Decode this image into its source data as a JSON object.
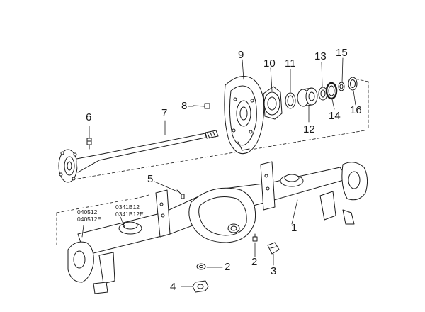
{
  "callouts": {
    "n1": "1",
    "n2a": "2",
    "n2b": "2",
    "n3": "3",
    "n4": "4",
    "n5": "5",
    "n6": "6",
    "n7": "7",
    "n8": "8",
    "n9": "9",
    "n10": "10",
    "n11": "11",
    "n12": "12",
    "n13": "13",
    "n14": "14",
    "n15": "15",
    "n16": "16"
  },
  "part_codes": {
    "left_top": "040512",
    "left_bottom": "040512E",
    "right_top": "0341B12",
    "right_bottom": "0341B12E"
  },
  "colors": {
    "line": "#1a1a1a",
    "fill": "#ffffff",
    "shade": "#d9d9d9"
  }
}
